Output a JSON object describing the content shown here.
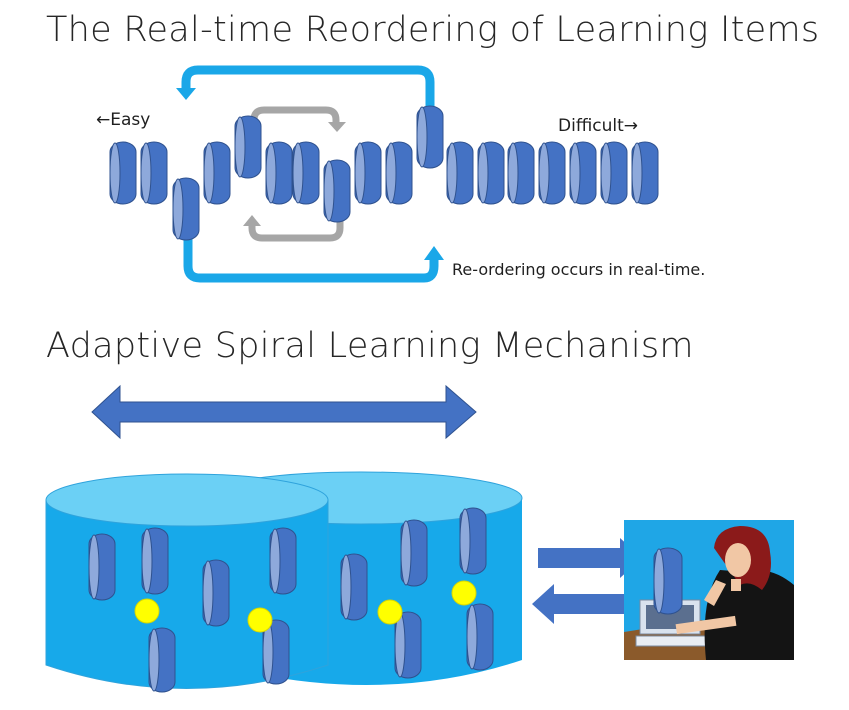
{
  "diagram": {
    "title_top": "The Real-time Reordering of Learning Items",
    "title_bottom": "Adaptive Spiral Learning Mechanism",
    "label_easy": "←Easy",
    "label_difficult": "Difficult→",
    "label_reorder": "Re-ordering occurs in real-time."
  },
  "colors": {
    "item": "#4472c4",
    "item_edge": "#2f528f",
    "item_face": "#8ea9db",
    "curve_arrow": "#1aa7e8",
    "gray_arrow": "#a6a6a6",
    "double_arrow": "#4472c4",
    "drum": "#17a9ea",
    "drum_top": "#6bd0f5",
    "dot": "#ffff00"
  },
  "icons": [
    "double-headed-arrow-icon",
    "person-at-computer-icon"
  ]
}
